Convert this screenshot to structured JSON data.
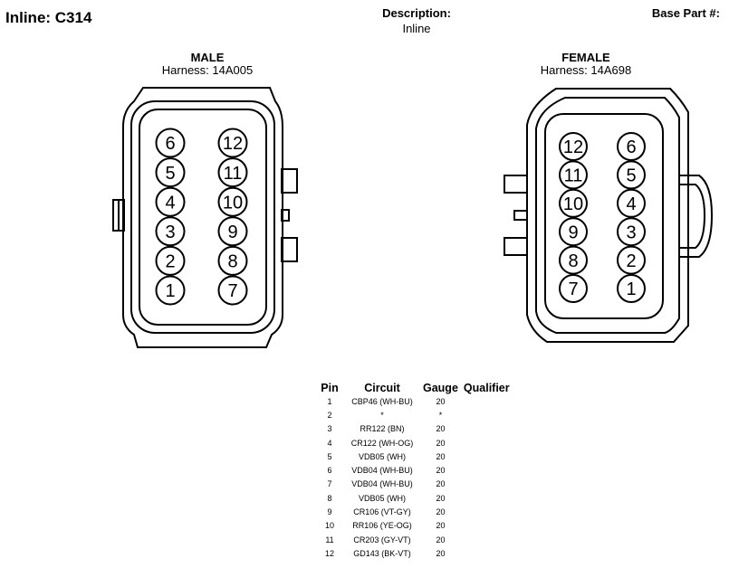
{
  "header": {
    "title": "Inline: C314",
    "description_label": "Description:",
    "description_value": "Inline",
    "base_part_label": "Base Part #:"
  },
  "male": {
    "name": "MALE",
    "harness": "Harness: 14A005",
    "pins_left": [
      "6",
      "5",
      "4",
      "3",
      "2",
      "1"
    ],
    "pins_right": [
      "12",
      "11",
      "10",
      "9",
      "8",
      "7"
    ]
  },
  "female": {
    "name": "FEMALE",
    "harness": "Harness: 14A698",
    "pins_left": [
      "12",
      "11",
      "10",
      "9",
      "8",
      "7"
    ],
    "pins_right": [
      "6",
      "5",
      "4",
      "3",
      "2",
      "1"
    ]
  },
  "pin_table": {
    "headers": [
      "Pin",
      "Circuit",
      "Gauge",
      "Qualifier"
    ],
    "rows": [
      {
        "pin": "1",
        "circuit": "CBP46 (WH-BU)",
        "gauge": "20",
        "qualifier": ""
      },
      {
        "pin": "2",
        "circuit": "*",
        "gauge": "*",
        "qualifier": ""
      },
      {
        "pin": "3",
        "circuit": "RR122 (BN)",
        "gauge": "20",
        "qualifier": ""
      },
      {
        "pin": "4",
        "circuit": "CR122 (WH-OG)",
        "gauge": "20",
        "qualifier": ""
      },
      {
        "pin": "5",
        "circuit": "VDB05 (WH)",
        "gauge": "20",
        "qualifier": ""
      },
      {
        "pin": "6",
        "circuit": "VDB04 (WH-BU)",
        "gauge": "20",
        "qualifier": ""
      },
      {
        "pin": "7",
        "circuit": "VDB04 (WH-BU)",
        "gauge": "20",
        "qualifier": ""
      },
      {
        "pin": "8",
        "circuit": "VDB05 (WH)",
        "gauge": "20",
        "qualifier": ""
      },
      {
        "pin": "9",
        "circuit": "CR106 (VT-GY)",
        "gauge": "20",
        "qualifier": ""
      },
      {
        "pin": "10",
        "circuit": "RR106 (YE-OG)",
        "gauge": "20",
        "qualifier": ""
      },
      {
        "pin": "11",
        "circuit": "CR203 (GY-VT)",
        "gauge": "20",
        "qualifier": ""
      },
      {
        "pin": "12",
        "circuit": "GD143 (BK-VT)",
        "gauge": "20",
        "qualifier": ""
      }
    ]
  }
}
